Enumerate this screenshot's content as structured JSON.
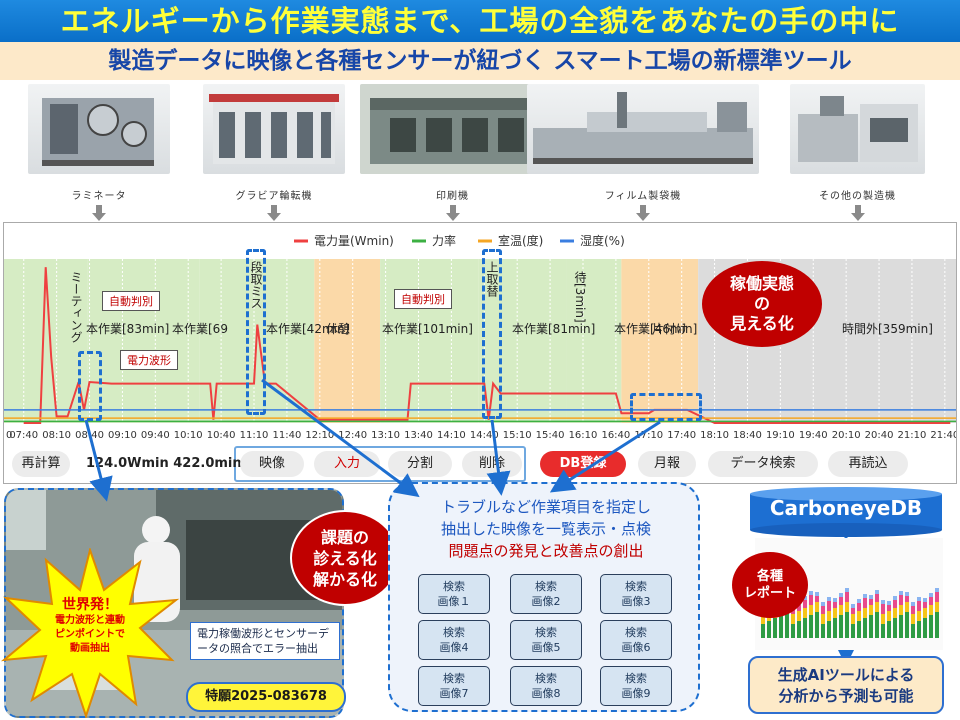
{
  "header": {
    "title": "エネルギーから作業実態まで、工場の全貌をあなたの手の中に",
    "subtitle": "製造データに映像と各種センサーが紐づく スマート工場の新標準ツール"
  },
  "machines": [
    {
      "label": "ラミネータ"
    },
    {
      "label": "グラビア輪転機"
    },
    {
      "label": "印刷機"
    },
    {
      "label": "フィルム製袋機"
    },
    {
      "label": "その他の製造機"
    }
  ],
  "chart_data": {
    "type": "line",
    "legend": [
      "電力量(Wmin)",
      "力率",
      "室温(度)",
      "湿度(%)"
    ],
    "legend_placement": "top-center",
    "colors": {
      "power": "#ef4040",
      "pf": "#3cb043",
      "temp": "#f5a623",
      "humidity": "#3a7ee0"
    },
    "x_ticks": [
      "07:40",
      "08:10",
      "08:40",
      "09:10",
      "09:40",
      "10:10",
      "10:40",
      "11:10",
      "11:40",
      "12:10",
      "12:40",
      "13:10",
      "13:40",
      "14:10",
      "14:40",
      "15:10",
      "15:40",
      "16:10",
      "16:40",
      "17:10",
      "17:40",
      "18:10",
      "18:40",
      "19:10",
      "19:40",
      "20:10",
      "20:40",
      "21:10",
      "21:40"
    ],
    "x_first_label": "0",
    "segments": [
      {
        "label": "",
        "type": "work"
      },
      {
        "label": "本作業[83min]",
        "type": "work"
      },
      {
        "label": "本作業[69",
        "type": "work"
      },
      {
        "label": "本作業[42min]",
        "type": "work"
      },
      {
        "label": "休憩",
        "type": "break"
      },
      {
        "label": "本作業[101min]",
        "type": "work"
      },
      {
        "label": "本作業[81min]",
        "type": "work"
      },
      {
        "label": "本作業[46min]",
        "type": "work"
      },
      {
        "label": "片付け",
        "type": "break"
      },
      {
        "label": "時間外[359min]",
        "type": "off"
      }
    ],
    "vertical_labels": [
      "ミーティング",
      "段取ミス",
      "上取替",
      "待[3min]"
    ],
    "power_series": {
      "times": [
        "07:40",
        "07:55",
        "08:00",
        "08:05",
        "08:10",
        "08:20",
        "08:30",
        "08:35",
        "08:40",
        "09:00",
        "10:30",
        "10:33",
        "10:36",
        "11:10",
        "11:13",
        "11:20",
        "11:30",
        "12:10",
        "12:20",
        "13:30",
        "13:33",
        "13:40",
        "14:40",
        "14:44",
        "14:48",
        "14:55",
        "16:20",
        "16:40",
        "16:45",
        "17:10",
        "17:15",
        "17:30",
        "17:45",
        "18:10",
        "21:45"
      ],
      "values": [
        0,
        0,
        95,
        40,
        4,
        4,
        25,
        8,
        25,
        24,
        24,
        2,
        24,
        24,
        60,
        24,
        24,
        2,
        2,
        2,
        24,
        24,
        24,
        2,
        24,
        18,
        18,
        18,
        6,
        6,
        8,
        8,
        8,
        0,
        0
      ]
    }
  },
  "annotations": {
    "auto1": "自動判別",
    "auto2": "自動判別",
    "waveform": "電力波形"
  },
  "toolbar": {
    "recalc": "再計算",
    "stats": "124.0Wmin 422.0min",
    "video": "映像",
    "input": "入力",
    "split": "分割",
    "delete": "削除",
    "db_register": "DB登録",
    "monthly": "月報",
    "data_search": "データ検索",
    "reload": "再読込"
  },
  "callouts": {
    "operation": "稼働実態の見える化",
    "operation_lines": [
      "稼働実態",
      "の",
      "見える化"
    ],
    "issues_lines": [
      "課題の",
      "診える化",
      "解かる化"
    ],
    "reports_lines": [
      "各種",
      "レポート"
    ],
    "world_first_lines": [
      "世界発！",
      "電力波形と連動",
      "ピンポイントで",
      "動画抽出"
    ]
  },
  "photo_caption": "電力稼働波形とセンサーデータの照合でエラー抽出",
  "patent": "特願2025-083678",
  "search_panel": {
    "lines": [
      "トラブルなど作業項目を指定し",
      "抽出した映像を一覧表示・点検",
      "問題点の発見と改善点の創出"
    ],
    "tiles": [
      "検索\n画像１",
      "検索\n画像2",
      "検索\n画像3",
      "検索\n画像4",
      "検索\n画像5",
      "検索\n画像6",
      "検索\n画像7",
      "検索\n画像8",
      "検索\n画像9"
    ]
  },
  "db": {
    "name": "CarboneyeDB"
  },
  "ai": {
    "line1": "生成AIツールによる",
    "line2": "分析から予測も可能"
  }
}
